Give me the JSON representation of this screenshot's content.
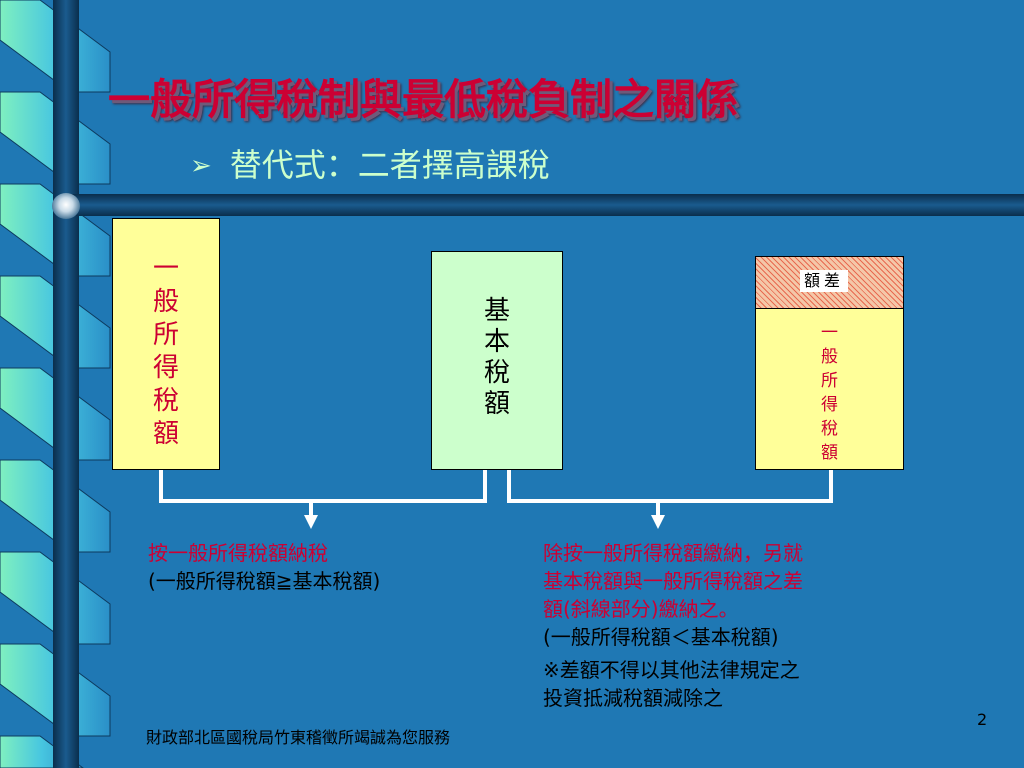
{
  "slide": {
    "title": "一般所得稅制與最低稅負制之關係",
    "subtitle": "替代式：二者擇高課稅",
    "bullet_icon": "arrowhead-bullet"
  },
  "boxes": {
    "left": [
      "一",
      "般",
      "所",
      "得",
      "稅",
      "額"
    ],
    "middle": [
      "基",
      "本",
      "稅",
      "額"
    ],
    "diff_label": "額差",
    "right": [
      "一",
      "般",
      "所",
      "得",
      "稅",
      "額"
    ]
  },
  "notes": {
    "left": [
      "按一般所得稅額納稅",
      "(一般所得稅額≧基本稅額)"
    ],
    "right_red": [
      "除按一般所得稅額繳納，另就",
      "基本稅額與一般所得稅額之差",
      "額(斜線部分)繳納之。"
    ],
    "right_black": [
      "(一般所得稅額＜基本稅額)",
      "※差額不得以其他法律規定之",
      "投資抵減稅額減除之"
    ]
  },
  "footer": {
    "text": "財政部北區國稅局竹東稽徵所竭誠為您服務",
    "page": "2"
  },
  "colors": {
    "background": "#1f78b4",
    "title": "#cc0033",
    "subtitle": "#ccffcc",
    "yellow_box": "#ffff99",
    "green_box": "#ccffcc"
  }
}
